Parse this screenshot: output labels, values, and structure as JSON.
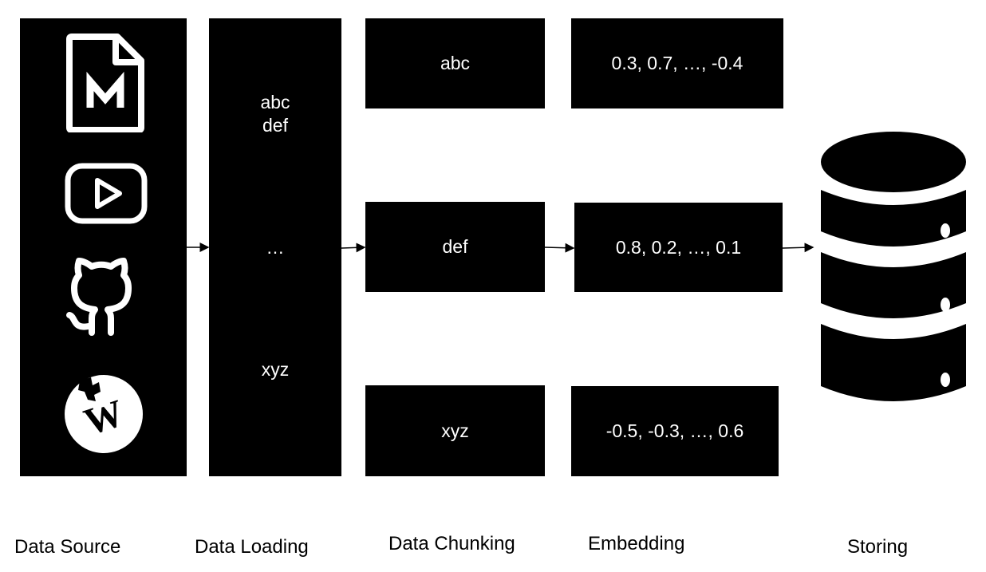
{
  "stages": {
    "source": "Data Source",
    "loading": "Data Loading",
    "chunking": "Data Chunking",
    "embedding": "Embedding",
    "storing": "Storing"
  },
  "source_icons": [
    "markdown-file-icon",
    "youtube-play-icon",
    "github-icon",
    "wikipedia-icon"
  ],
  "loading": {
    "line1": "abc",
    "line2": "def",
    "ellipsis": "…",
    "line3": "xyz"
  },
  "chunks": [
    "abc",
    "def",
    "xyz"
  ],
  "embeddings": [
    "0.3, 0.7, …, -0.4",
    "0.8, 0.2, …, 0.1",
    "-0.5, -0.3, …, 0.6"
  ],
  "colors": {
    "block": "#000000",
    "text_on_block": "#ffffff",
    "background": "#ffffff"
  }
}
